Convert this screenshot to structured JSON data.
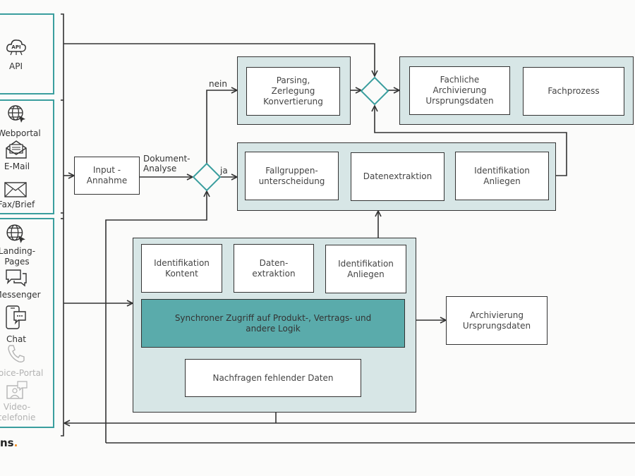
{
  "channels": {
    "api": "API",
    "webportal": "Webportal",
    "email": "E-Mail",
    "fax": "Fax/Brief",
    "landing": "Landing-\nPages",
    "messenger": "Messenger",
    "chat": "Chat",
    "voice": "Voice-Portal",
    "video": "Video-\ntelefonie"
  },
  "icons": {
    "api": "api-cloud-icon",
    "webportal": "globe-cursor-icon",
    "email": "envelope-open-icon",
    "fax": "envelope-icon",
    "landing": "globe-cursor-icon",
    "messenger": "chat-bubbles-icon",
    "chat": "phone-chat-icon",
    "voice": "phone-handset-icon",
    "video": "video-call-icon"
  },
  "flow": {
    "input": "Input -\nAnnahme",
    "doc_analysis": "Dokument-\nAnalyse",
    "nein": "nein",
    "ja": "ja",
    "parsing": "Parsing,\nZerlegung\nKonvertierung",
    "fachliche": "Fachliche\nArchivierung\nUrsprungsdaten",
    "fachprozess": "Fachprozess",
    "fallgruppen": "Fallgruppen-\nunterscheidung",
    "datenextraktion": "Datenextraktion",
    "identifikation_anliegen_top": "Identifikation\nAnliegen",
    "identifikation_kontent": "Identifikation\nKontent",
    "daten_extraktion": "Daten-\nextraktion",
    "identifikation_anliegen": "Identifikation\nAnliegen",
    "synchroner": "Synchroner Zugriff auf Produkt-, Vertrags- und\nandere Logik",
    "nachfragen": "Nachfragen fehlender Daten",
    "archivierung": "Archivierung\nUrsprungsdaten"
  },
  "logo": {
    "text": "ns",
    "dot": "."
  },
  "colors": {
    "teal_border": "#3a9e9e",
    "panel_fill": "#d7e6e6",
    "teal_fill": "#5aabab",
    "logo_dot": "#f08a1c"
  }
}
